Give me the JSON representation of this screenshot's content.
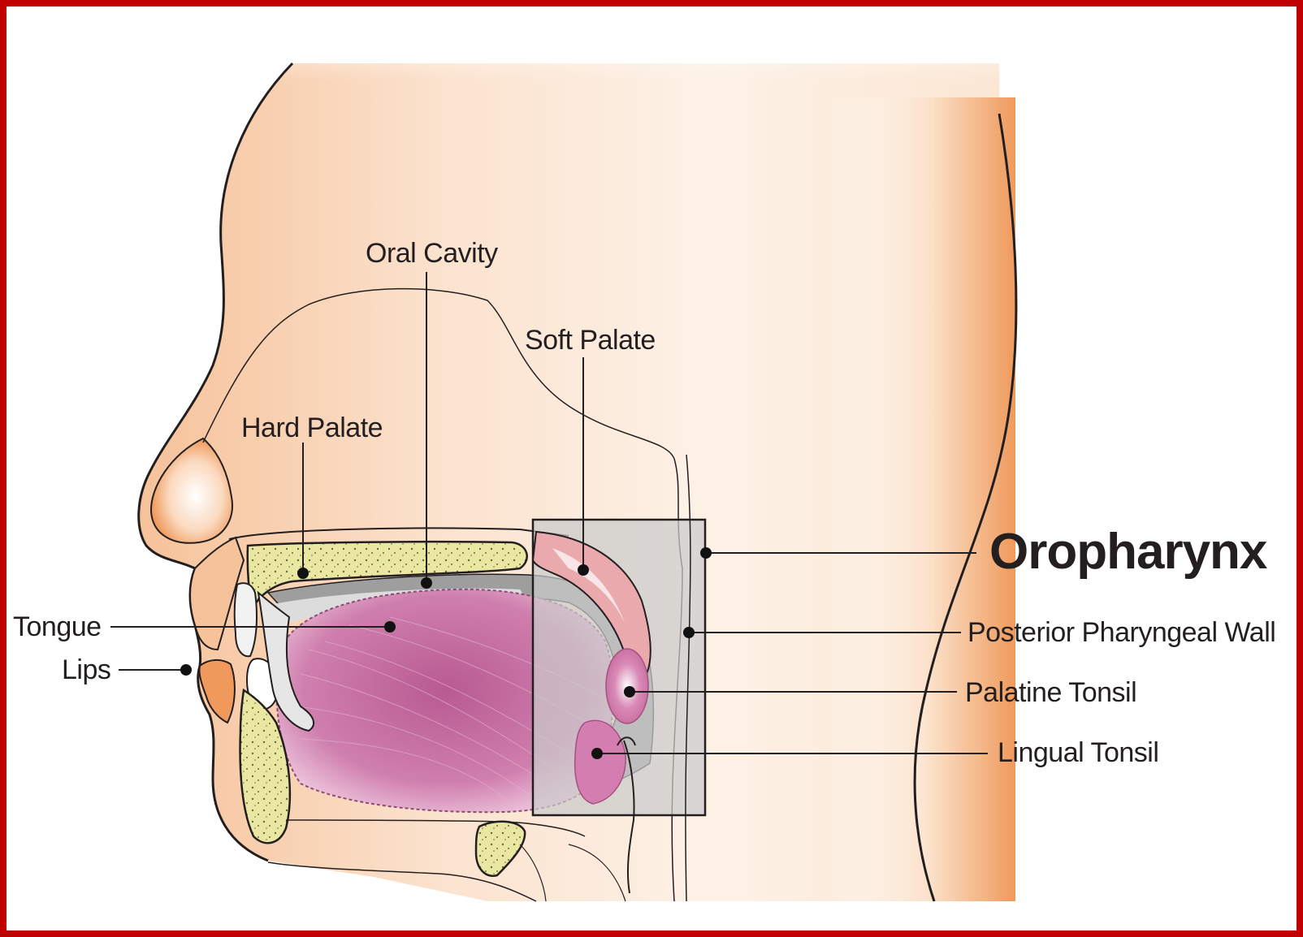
{
  "colors": {
    "frame": "#c00000",
    "skin": "#f7c9a6",
    "skin_dark": "#ef9a5c",
    "bone": "#e8e6a0",
    "tongue": "#c46a9c",
    "soft_palate": "#e6a3a8",
    "oral_cavity": "#9a9a9a",
    "highlight_box": "#cfcfcf"
  },
  "labels": {
    "oral_cavity": "Oral Cavity",
    "soft_palate": "Soft Palate",
    "hard_palate": "Hard Palate",
    "tongue": "Tongue",
    "lips": "Lips",
    "oropharynx": "Oropharynx",
    "posterior_pharyngeal_wall": "Posterior Pharyngeal Wall",
    "palatine_tonsil": "Palatine Tonsil",
    "lingual_tonsil": "Lingual Tonsil"
  }
}
